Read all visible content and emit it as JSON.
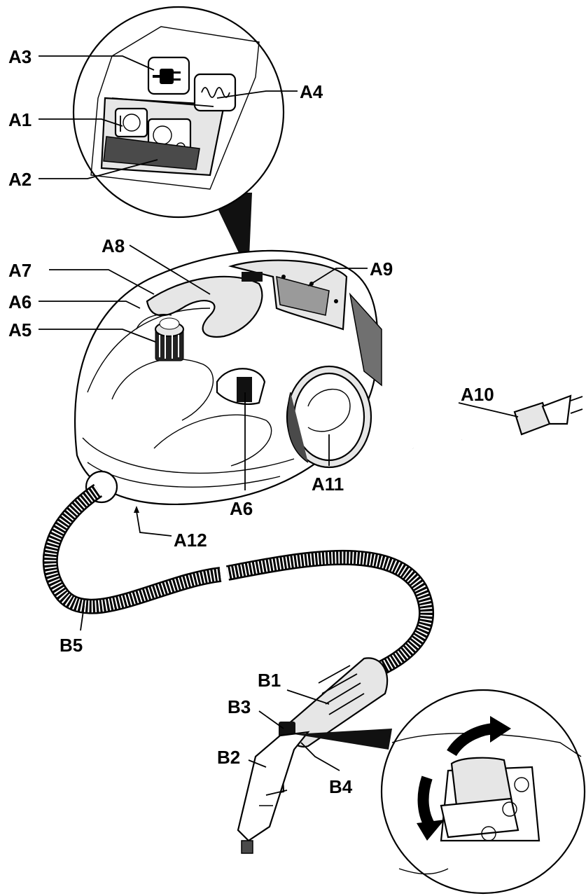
{
  "labels": {
    "a1": "A1",
    "a2": "A2",
    "a3": "A3",
    "a4": "A4",
    "a5": "A5",
    "a6_top": "A6",
    "a6_bottom": "A6",
    "a7": "A7",
    "a8": "A8",
    "a9": "A9",
    "a10": "A10",
    "a11": "A11",
    "a12": "A12",
    "b1": "B1",
    "b2": "B2",
    "b3": "B3",
    "b4": "B4",
    "b5": "B5"
  },
  "icons": {
    "power": "power-plug-icon",
    "steam": "steam-coil-icon",
    "trigger_lock": "lock-icon"
  }
}
